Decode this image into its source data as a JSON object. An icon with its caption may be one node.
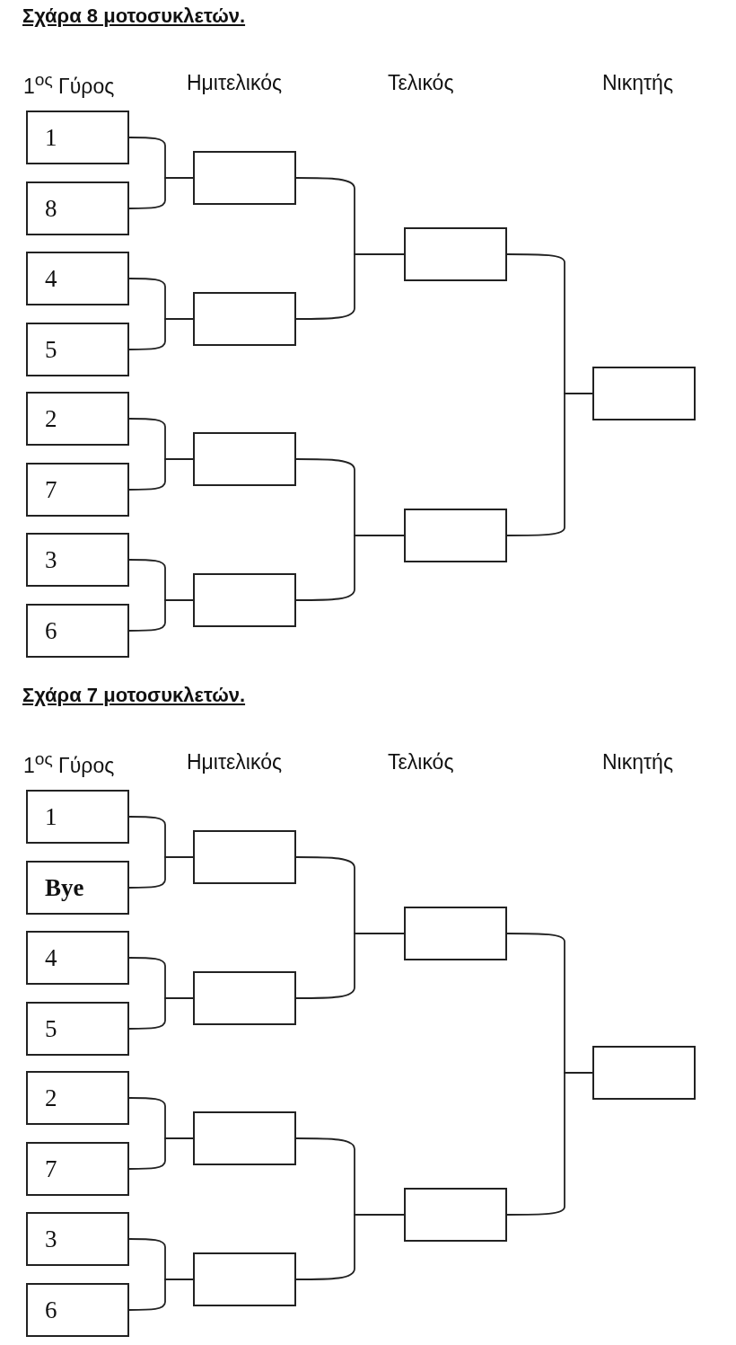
{
  "diagram": {
    "nodes": [
      {
        "text": [
          "1"
        ]
      },
      {
        "text": [
          "8"
        ]
      },
      {
        "text": [
          "4"
        ]
      },
      {
        "text": [
          "5"
        ]
      },
      {
        "text": [
          "2"
        ]
      },
      {
        "text": [
          "7"
        ]
      },
      {
        "text": [
          "3"
        ]
      },
      {
        "text": [
          "6"
        ]
      },
      {
        "text": [],
        "shape": "box"
      },
      {
        "text": [],
        "shape": "box"
      },
      {
        "text": [],
        "shape": "box"
      },
      {
        "text": [],
        "shape": "box"
      },
      {
        "text": [],
        "shape": "box"
      },
      {
        "text": [],
        "shape": "box"
      },
      {
        "text": [],
        "shape": "box"
      },
      {
        "text": [
          "1"
        ]
      },
      {
        "text": [
          "**Bye**"
        ]
      },
      {
        "text": [
          "4"
        ]
      },
      {
        "text": [
          "5"
        ]
      },
      {
        "text": [
          "2"
        ]
      },
      {
        "text": [
          "7"
        ]
      },
      {
        "text": [
          "3"
        ]
      },
      {
        "text": [
          "6"
        ]
      },
      {
        "text": [],
        "shape": "box"
      },
      {
        "text": [],
        "shape": "box"
      },
      {
        "text": [],
        "shape": "box"
      },
      {
        "text": [],
        "shape": "box"
      },
      {
        "text": [],
        "shape": "box"
      },
      {
        "text": [],
        "shape": "box"
      },
      {
        "text": [],
        "shape": "box"
      }
    ],
    "edges": [
      {
        "from": 0,
        "to": 8,
        "arrow": "none"
      },
      {
        "from": 1,
        "to": 8,
        "arrow": "none"
      },
      {
        "from": 2,
        "to": 9,
        "arrow": "none"
      },
      {
        "from": 3,
        "to": 9,
        "arrow": "none"
      },
      {
        "from": 4,
        "to": 10,
        "arrow": "none"
      },
      {
        "from": 5,
        "to": 10,
        "arrow": "none"
      },
      {
        "from": 6,
        "to": 11,
        "arrow": "none"
      },
      {
        "from": 7,
        "to": 11,
        "arrow": "none"
      },
      {
        "from": 8,
        "to": 12,
        "arrow": "none"
      },
      {
        "from": 9,
        "to": 12,
        "arrow": "none"
      },
      {
        "from": 10,
        "to": 13,
        "arrow": "none"
      },
      {
        "from": 11,
        "to": 13,
        "arrow": "none"
      },
      {
        "from": 12,
        "to": 14,
        "arrow": "none"
      },
      {
        "from": 13,
        "to": 14,
        "arrow": "none"
      },
      {
        "from": 15,
        "to": 23,
        "arrow": "none"
      },
      {
        "from": 16,
        "to": 23,
        "arrow": "none"
      },
      {
        "from": 17,
        "to": 24,
        "arrow": "none"
      },
      {
        "from": 18,
        "to": 24,
        "arrow": "none"
      },
      {
        "from": 19,
        "to": 25,
        "arrow": "none"
      },
      {
        "from": 20,
        "to": 25,
        "arrow": "none"
      },
      {
        "from": 21,
        "to": 26,
        "arrow": "none"
      },
      {
        "from": 22,
        "to": 26,
        "arrow": "none"
      },
      {
        "from": 23,
        "to": 27,
        "arrow": "none"
      },
      {
        "from": 24,
        "to": 27,
        "arrow": "none"
      },
      {
        "from": 25,
        "to": 28,
        "arrow": "none"
      },
      {
        "from": 26,
        "to": 28,
        "arrow": "none"
      },
      {
        "from": 27,
        "to": 29,
        "arrow": "none"
      },
      {
        "from": 28,
        "to": 29,
        "arrow": "none"
      }
    ],
    "labels": [
      "Σχάρα 8 μοτοσυκλετών.",
      "1$^{ος}$ Γύρος",
      "Ημιτελικός",
      "Τελικός",
      "Νικητής",
      "Σχάρα 7 μοτοσυκλετών.",
      "1$^{ος}$ Γύρος",
      "Ημιτελικός",
      "Τελικός",
      "Νικητής"
    ]
  }
}
